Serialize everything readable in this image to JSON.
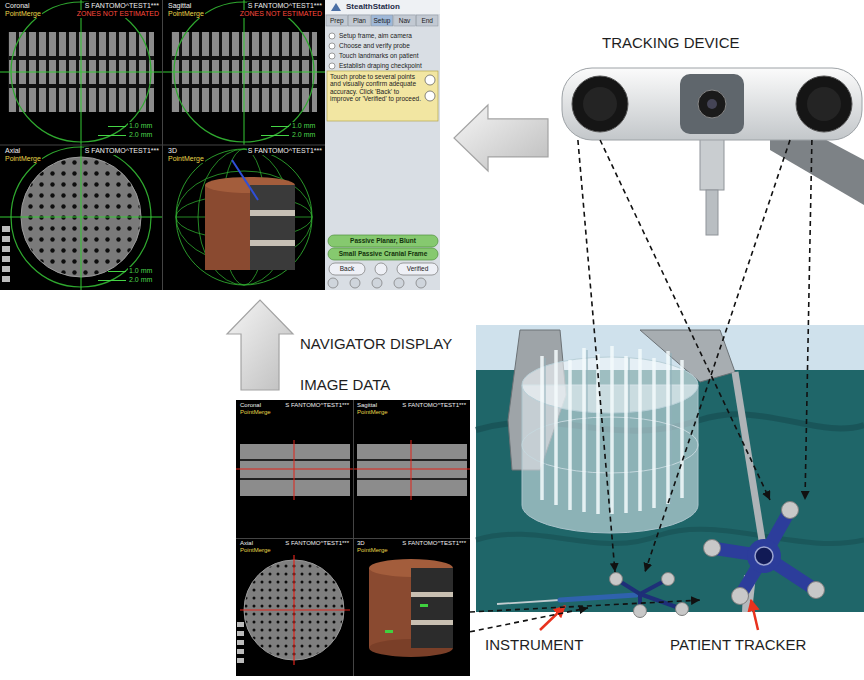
{
  "diagram": {
    "nodes": [
      {
        "text": [
          "NAVIGATOR DISPLAY"
        ]
      },
      {
        "text": [
          "TRACKING DEVICE"
        ]
      },
      {
        "text": [
          "IMAGE DATA"
        ]
      },
      {
        "text": [
          "INSTRUMENT"
        ]
      },
      {
        "text": [
          "PATIENT TRACKER"
        ]
      }
    ],
    "edges": [
      {
        "from": 1,
        "to": 0,
        "arrow": "to"
      },
      {
        "from": 2,
        "to": 0,
        "arrow": "to"
      },
      {
        "from": 1,
        "to": 3,
        "arrow": "to"
      },
      {
        "from": 1,
        "to": 4,
        "arrow": "to"
      },
      {
        "from": 1,
        "to": 3,
        "arrow": "to"
      },
      {
        "from": 1,
        "to": 4,
        "arrow": "to"
      },
      {
        "from": 2,
        "to": 4,
        "arrow": "to"
      },
      {
        "from": 2,
        "to": 3,
        "arrow": "to"
      }
    ],
    "labels": [
      "Coronal",
      "PointMerge",
      "S FANTOMO^TEST1***",
      "ZONES NOT ESTIMATED",
      "1.0 mm",
      "2.0 mm",
      "Sagittal",
      "PointMerge",
      "S FANTOMO^TEST1***",
      "ZONES NOT ESTIMATED",
      "1.0 mm",
      "2.0 mm",
      "Axial",
      "PointMerge",
      "S FANTOMO^TEST1***",
      "1.0 mm",
      "2.0 mm",
      "3D",
      "PointMerge",
      "S FANTOMO^TEST1***",
      "StealthStation",
      "Prep",
      "Plan",
      "Setup",
      "Nav",
      "End",
      "Setup frame, aim camera",
      "Choose and verify probe",
      "Touch landmarks on patient",
      "Establish draping checkpoint",
      "Touch probe to several points and visually confirm adequate accuracy. Click 'Back' to improve or 'Verified' to proceed.",
      "Passive Planar, Blunt",
      "Small Passive Cranial Frame",
      "Back",
      "Verified",
      "Coronal",
      "PointMerge",
      "S FANTOMO^TEST1***",
      "Sagittal",
      "PointMerge",
      "S FANTOMO^TEST1***",
      "Axial",
      "PointMerge",
      "S FANTOMO^TEST1***",
      "3D",
      "PointMerge",
      "S FANTOMO^TEST1***"
    ]
  }
}
